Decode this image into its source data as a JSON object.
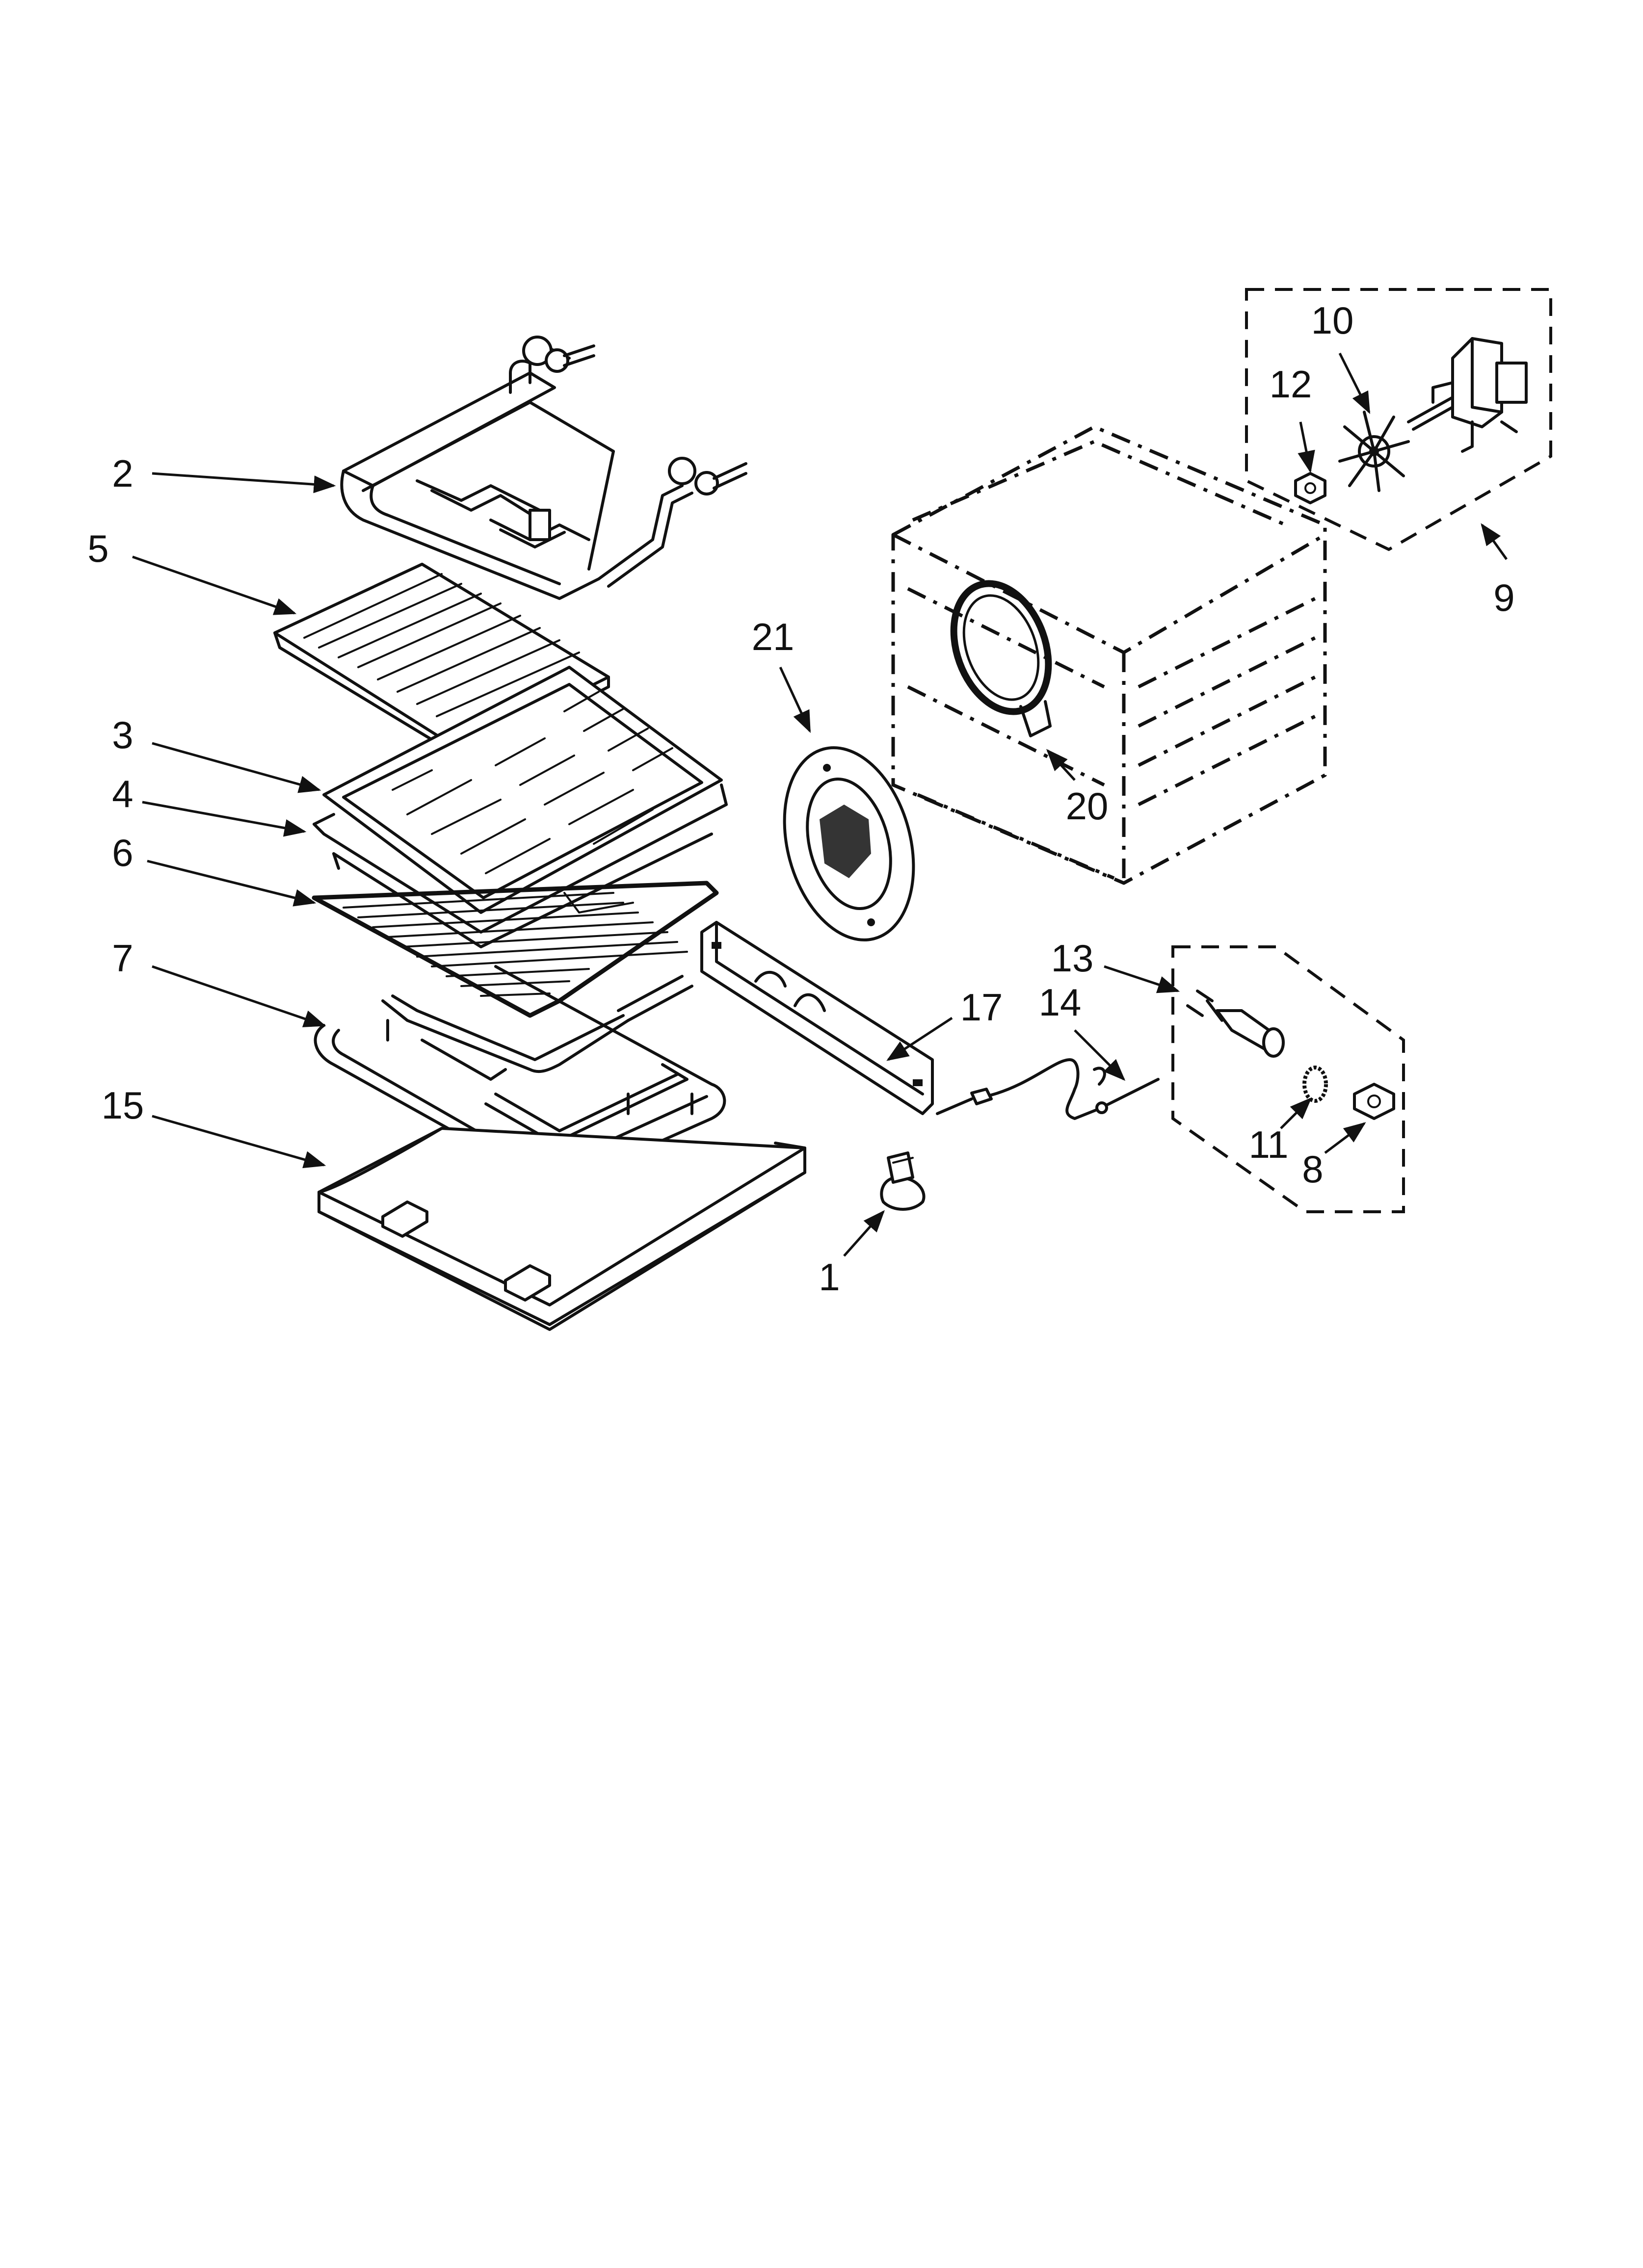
{
  "diagram": {
    "labels": [
      {
        "id": "label-2",
        "text": "2"
      },
      {
        "id": "label-5",
        "text": "5"
      },
      {
        "id": "label-3",
        "text": "3"
      },
      {
        "id": "label-4",
        "text": "4"
      },
      {
        "id": "label-6",
        "text": "6"
      },
      {
        "id": "label-7",
        "text": "7"
      },
      {
        "id": "label-15",
        "text": "15"
      },
      {
        "id": "label-21",
        "text": "21"
      },
      {
        "id": "label-20",
        "text": "20"
      },
      {
        "id": "label-17",
        "text": "17"
      },
      {
        "id": "label-13",
        "text": "13"
      },
      {
        "id": "label-14",
        "text": "14"
      },
      {
        "id": "label-1",
        "text": "1"
      },
      {
        "id": "label-11",
        "text": "11"
      },
      {
        "id": "label-8",
        "text": "8"
      },
      {
        "id": "label-10",
        "text": "10"
      },
      {
        "id": "label-12",
        "text": "12"
      },
      {
        "id": "label-9",
        "text": "9"
      }
    ]
  }
}
